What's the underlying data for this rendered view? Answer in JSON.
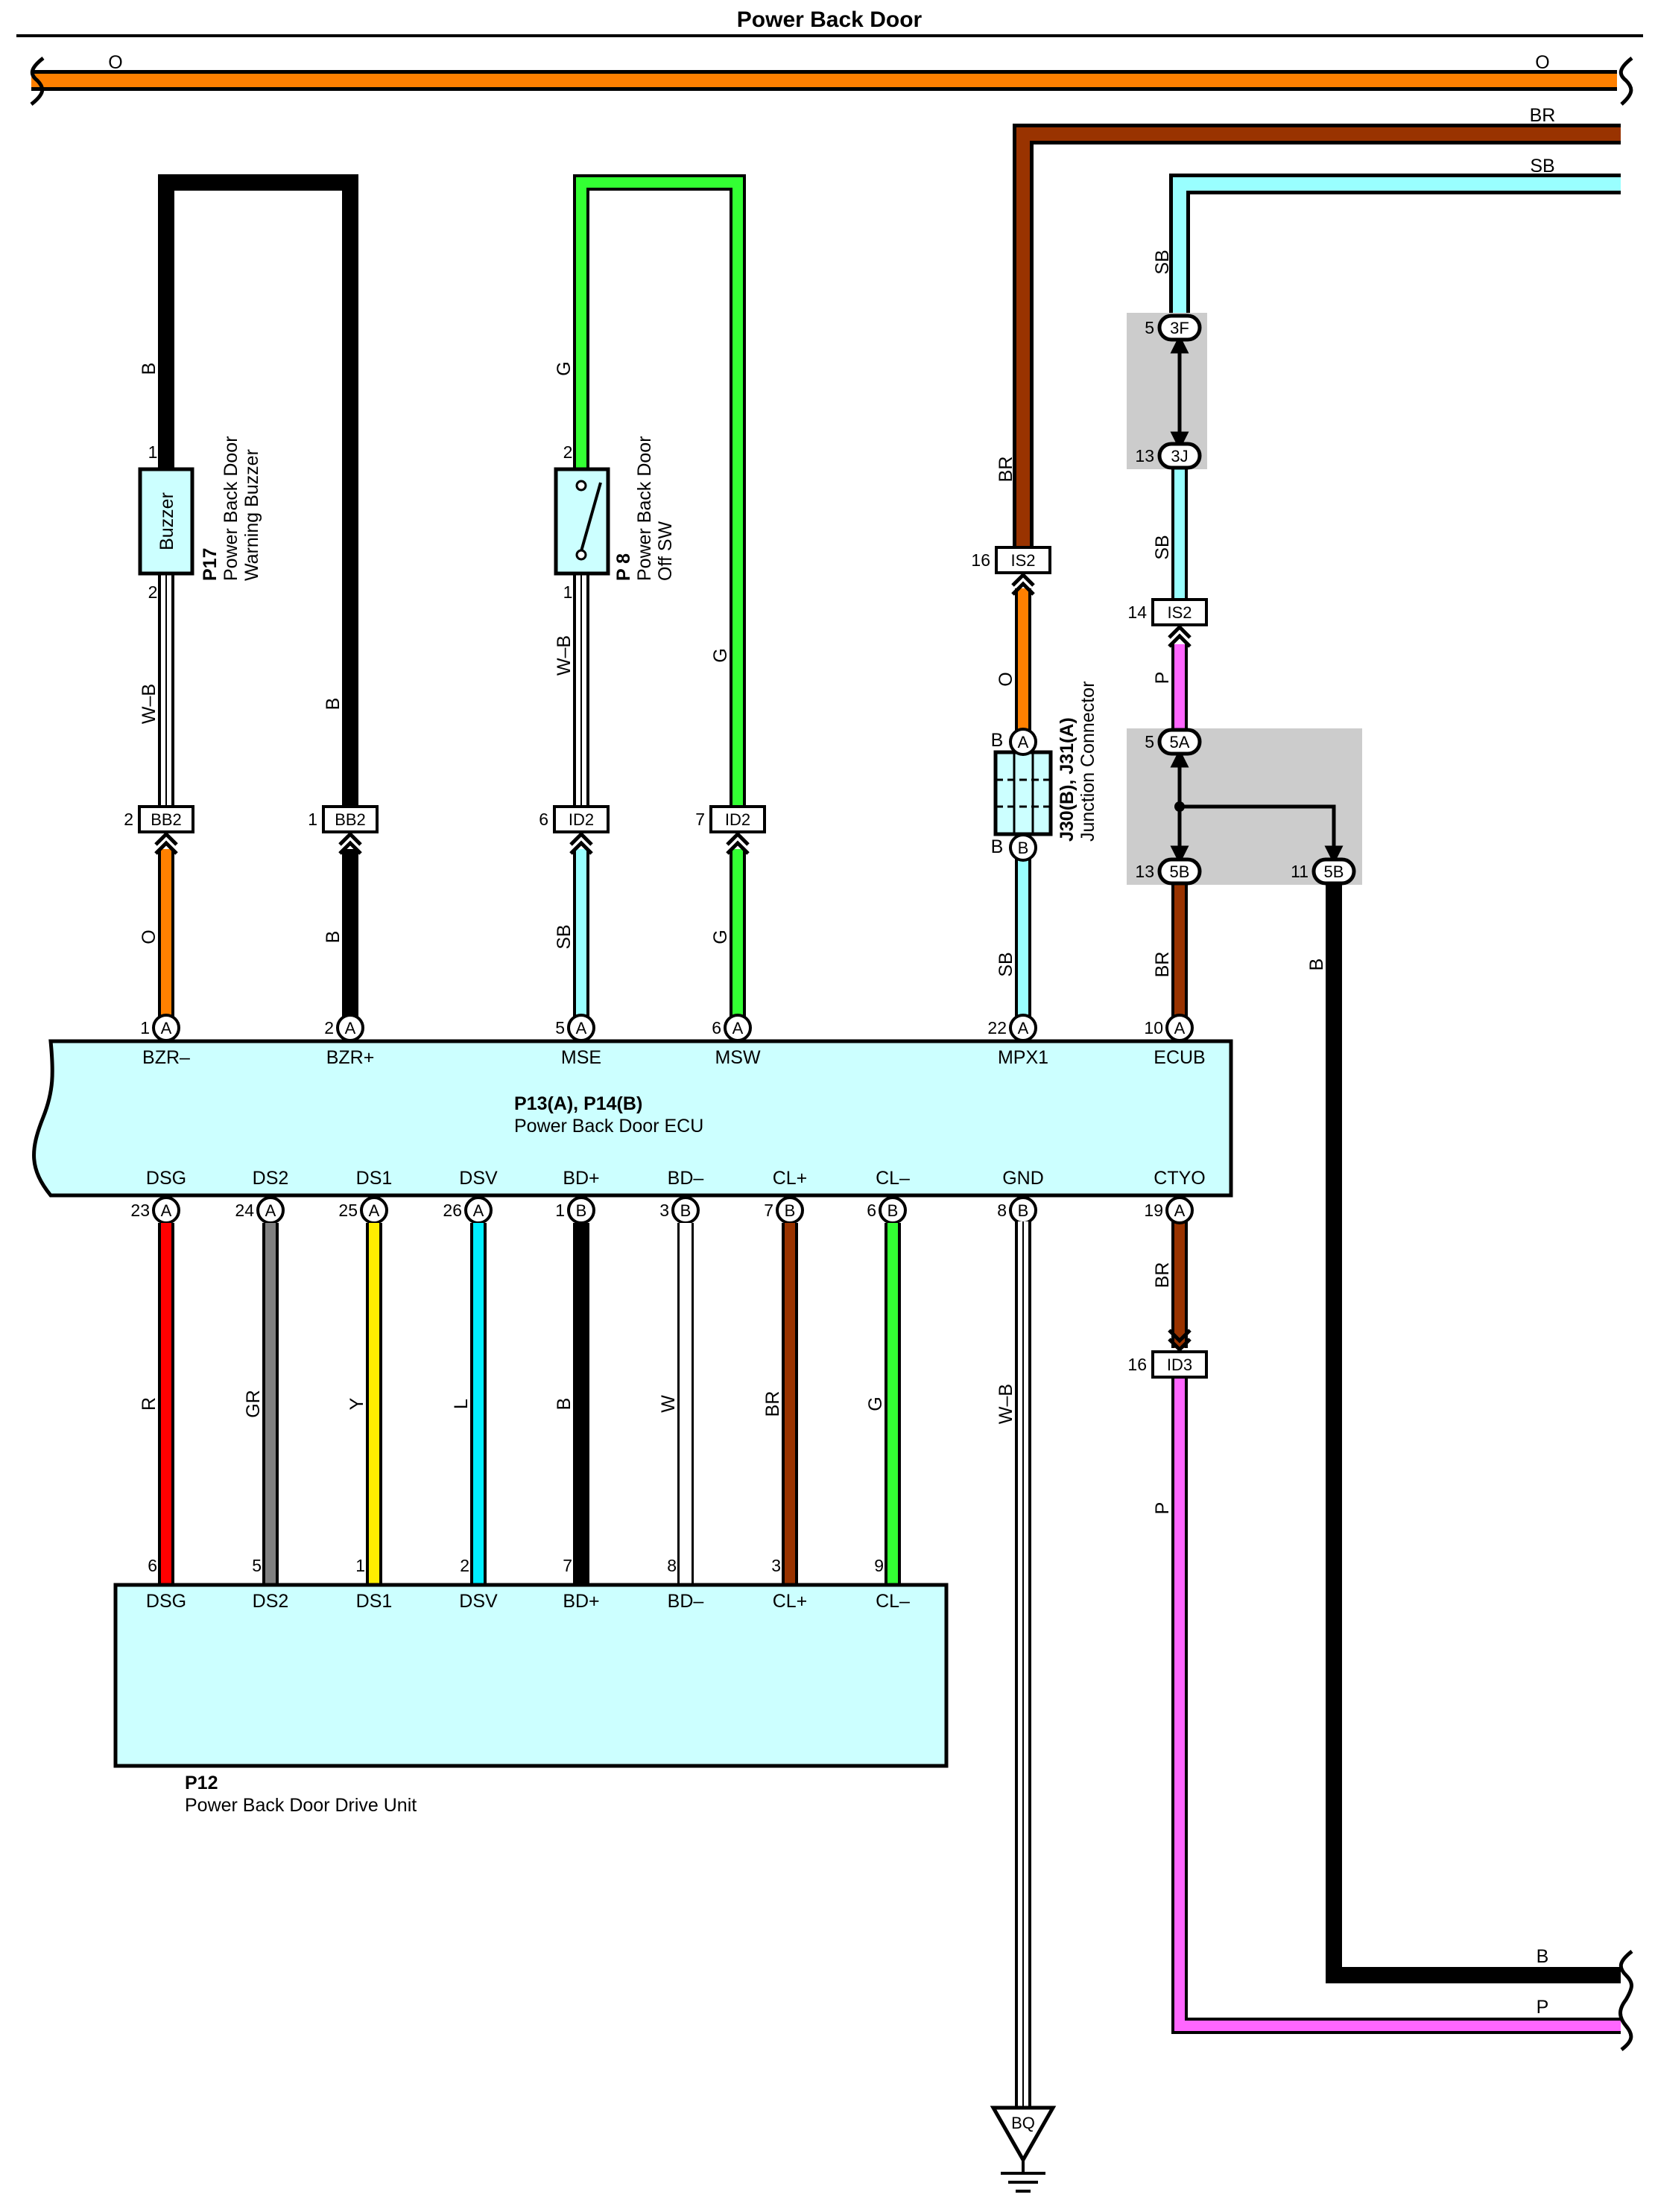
{
  "title": "Power Back Door",
  "colors": {
    "O": "#ff8000",
    "BR": "#993300",
    "SB": "#99ffff",
    "P": "#ff66ff",
    "B": "#000000",
    "G": "#33ff33",
    "R": "#ff0000",
    "GR": "#808080",
    "Y": "#ffee00",
    "L": "#00eeff",
    "W": "#ffffff",
    "WB": "#ffffff",
    "box": "#ccffff",
    "junction_gray": "#cccccc"
  },
  "bus_wires": {
    "top_o_left": "O",
    "top_o_right": "O",
    "br_right": "BR",
    "sb_right": "SB",
    "b_bottom_right": "B",
    "p_bottom_right": "P"
  },
  "components": {
    "buzzer": {
      "code": "P17",
      "name_line1": "Power Back Door",
      "name_line2": "Warning Buzzer",
      "inner": "Buzzer",
      "pin_top": "1",
      "pin_bottom": "2"
    },
    "switch": {
      "code": "P 8",
      "name_line1": "Power Back Door",
      "name_line2": "Off SW",
      "pin_top": "2",
      "pin_bottom": "1"
    },
    "junction": {
      "code": "J30(B), J31(A)",
      "name": "Junction Connector",
      "pin_a": "A",
      "pin_b": "B",
      "side_a": "B",
      "side_b": "B"
    },
    "ecu": {
      "code": "P13(A), P14(B)",
      "name": "Power Back Door ECU",
      "top_terminals": [
        {
          "label": "BZR–",
          "pin": "1",
          "conn": "A"
        },
        {
          "label": "BZR+",
          "pin": "2",
          "conn": "A"
        },
        {
          "label": "MSE",
          "pin": "5",
          "conn": "A"
        },
        {
          "label": "MSW",
          "pin": "6",
          "conn": "A"
        },
        {
          "label": "MPX1",
          "pin": "22",
          "conn": "A"
        },
        {
          "label": "ECUB",
          "pin": "10",
          "conn": "A"
        }
      ],
      "bottom_terminals": [
        {
          "label": "DSG",
          "pin": "23",
          "conn": "A"
        },
        {
          "label": "DS2",
          "pin": "24",
          "conn": "A"
        },
        {
          "label": "DS1",
          "pin": "25",
          "conn": "A"
        },
        {
          "label": "DSV",
          "pin": "26",
          "conn": "A"
        },
        {
          "label": "BD+",
          "pin": "1",
          "conn": "B"
        },
        {
          "label": "BD–",
          "pin": "3",
          "conn": "B"
        },
        {
          "label": "CL+",
          "pin": "7",
          "conn": "B"
        },
        {
          "label": "CL–",
          "pin": "6",
          "conn": "B"
        },
        {
          "label": "GND",
          "pin": "8",
          "conn": "B"
        },
        {
          "label": "CTYO",
          "pin": "19",
          "conn": "A"
        }
      ]
    },
    "drive_unit": {
      "code": "P12",
      "name": "Power Back Door Drive Unit",
      "terminals": [
        {
          "label": "DSG",
          "pin": "6"
        },
        {
          "label": "DS2",
          "pin": "5"
        },
        {
          "label": "DS1",
          "pin": "1"
        },
        {
          "label": "DSV",
          "pin": "2"
        },
        {
          "label": "BD+",
          "pin": "7"
        },
        {
          "label": "BD–",
          "pin": "8"
        },
        {
          "label": "CL+",
          "pin": "3"
        },
        {
          "label": "CL–",
          "pin": "9"
        }
      ]
    }
  },
  "wires": {
    "bzrm_upper": "W–B",
    "bzrm_lower": "O",
    "buzzer_top": "B",
    "bzrp_upper": "B",
    "bzrp_lower": "B",
    "sw_top": "G",
    "mse_upper": "W–B",
    "mse_lower": "SB",
    "msw_upper": "G",
    "msw_lower": "G",
    "mpx_top": "BR",
    "mpx_mid": "O",
    "mpx_lower": "SB",
    "sb_upper": "SB",
    "sb_mid": "SB",
    "p_mid": "P",
    "ecub": "BR",
    "b_right": "B",
    "ctyo_upper": "BR",
    "ctyo_lower": "P",
    "dsg": "R",
    "ds2": "GR",
    "ds1": "Y",
    "dsv": "L",
    "bdp": "B",
    "bdm": "W",
    "clp": "BR",
    "clm": "G",
    "gnd": "W–B"
  },
  "connectors": {
    "bb2_a": {
      "code": "BB2",
      "pin": "2"
    },
    "bb2_b": {
      "code": "BB2",
      "pin": "1"
    },
    "id2_a": {
      "code": "ID2",
      "pin": "6"
    },
    "id2_b": {
      "code": "ID2",
      "pin": "7"
    },
    "is2_a": {
      "code": "IS2",
      "pin": "16"
    },
    "is2_b": {
      "code": "IS2",
      "pin": "14"
    },
    "id3": {
      "code": "ID3",
      "pin": "16"
    },
    "jb_3f": {
      "code": "3F",
      "pin": "5"
    },
    "jb_3j": {
      "code": "3J",
      "pin": "13"
    },
    "jb_5a": {
      "code": "5A",
      "pin": "5"
    },
    "jb_5b_left": {
      "code": "5B",
      "pin": "13"
    },
    "jb_5b_right": {
      "code": "5B",
      "pin": "11"
    }
  },
  "ground": {
    "code": "BQ"
  }
}
